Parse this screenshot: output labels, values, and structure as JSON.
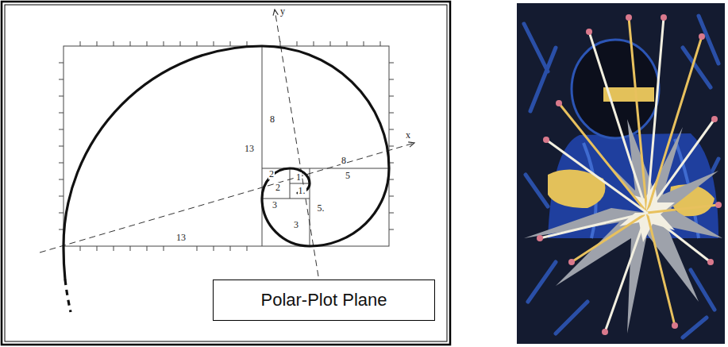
{
  "diagram": {
    "nodes": [
      {
        "text": [
          "Polar-Plot Plane"
        ]
      }
    ],
    "labels": [
      "y",
      "8",
      "13",
      "2",
      "1",
      "2",
      "1.",
      "8",
      "5",
      "x",
      "3",
      "5.",
      "3",
      "13"
    ]
  }
}
